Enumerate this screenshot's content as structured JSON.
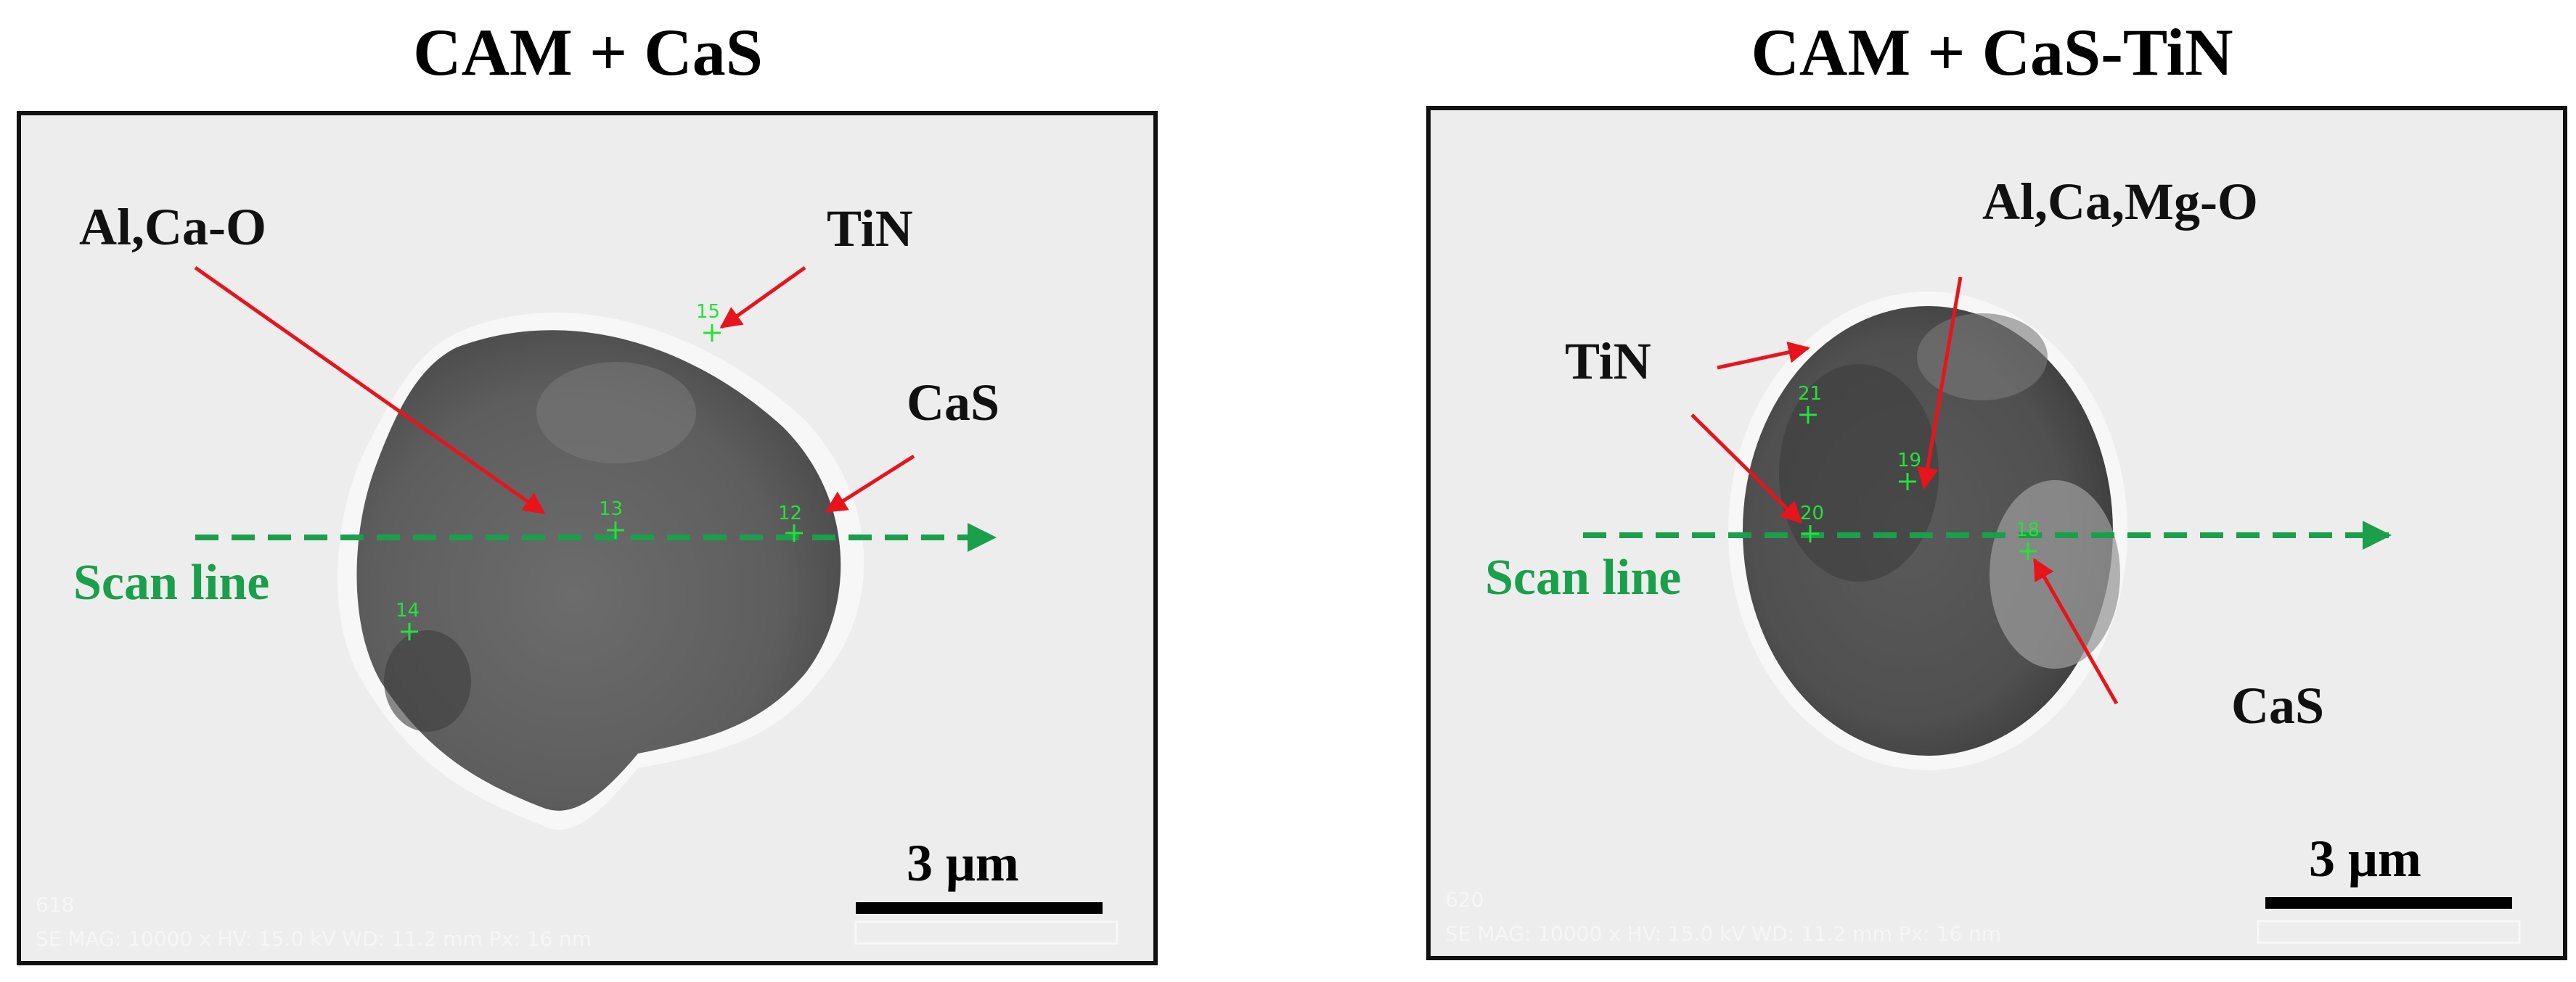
{
  "panels": [
    {
      "title": "CAM + CaS",
      "labels": {
        "oxide": "Al,Ca-O",
        "tin": "TiN",
        "cas": "CaS",
        "scan": "Scan line"
      },
      "points": [
        "15",
        "13",
        "12",
        "14"
      ],
      "scale": "3 μm",
      "image_id": "618",
      "footer": "SE  MAG: 10000 x   HV: 15.0 kV   WD: 11.2 mm   Px: 16 nm"
    },
    {
      "title": "CAM + CaS-TiN",
      "labels": {
        "oxide": "Al,Ca,Mg-O",
        "tin": "TiN",
        "cas": "CaS",
        "scan": "Scan line"
      },
      "points": [
        "21",
        "19",
        "20",
        "18"
      ],
      "scale": "3 μm",
      "image_id": "620",
      "footer": "SE  MAG: 10000 x   HV: 15.0 kV   WD: 11.2 mm   Px: 16 nm"
    }
  ],
  "colors": {
    "arrow": "#e8141c",
    "scan_line": "#1a9f4a",
    "point_marker": "#23e23a"
  }
}
